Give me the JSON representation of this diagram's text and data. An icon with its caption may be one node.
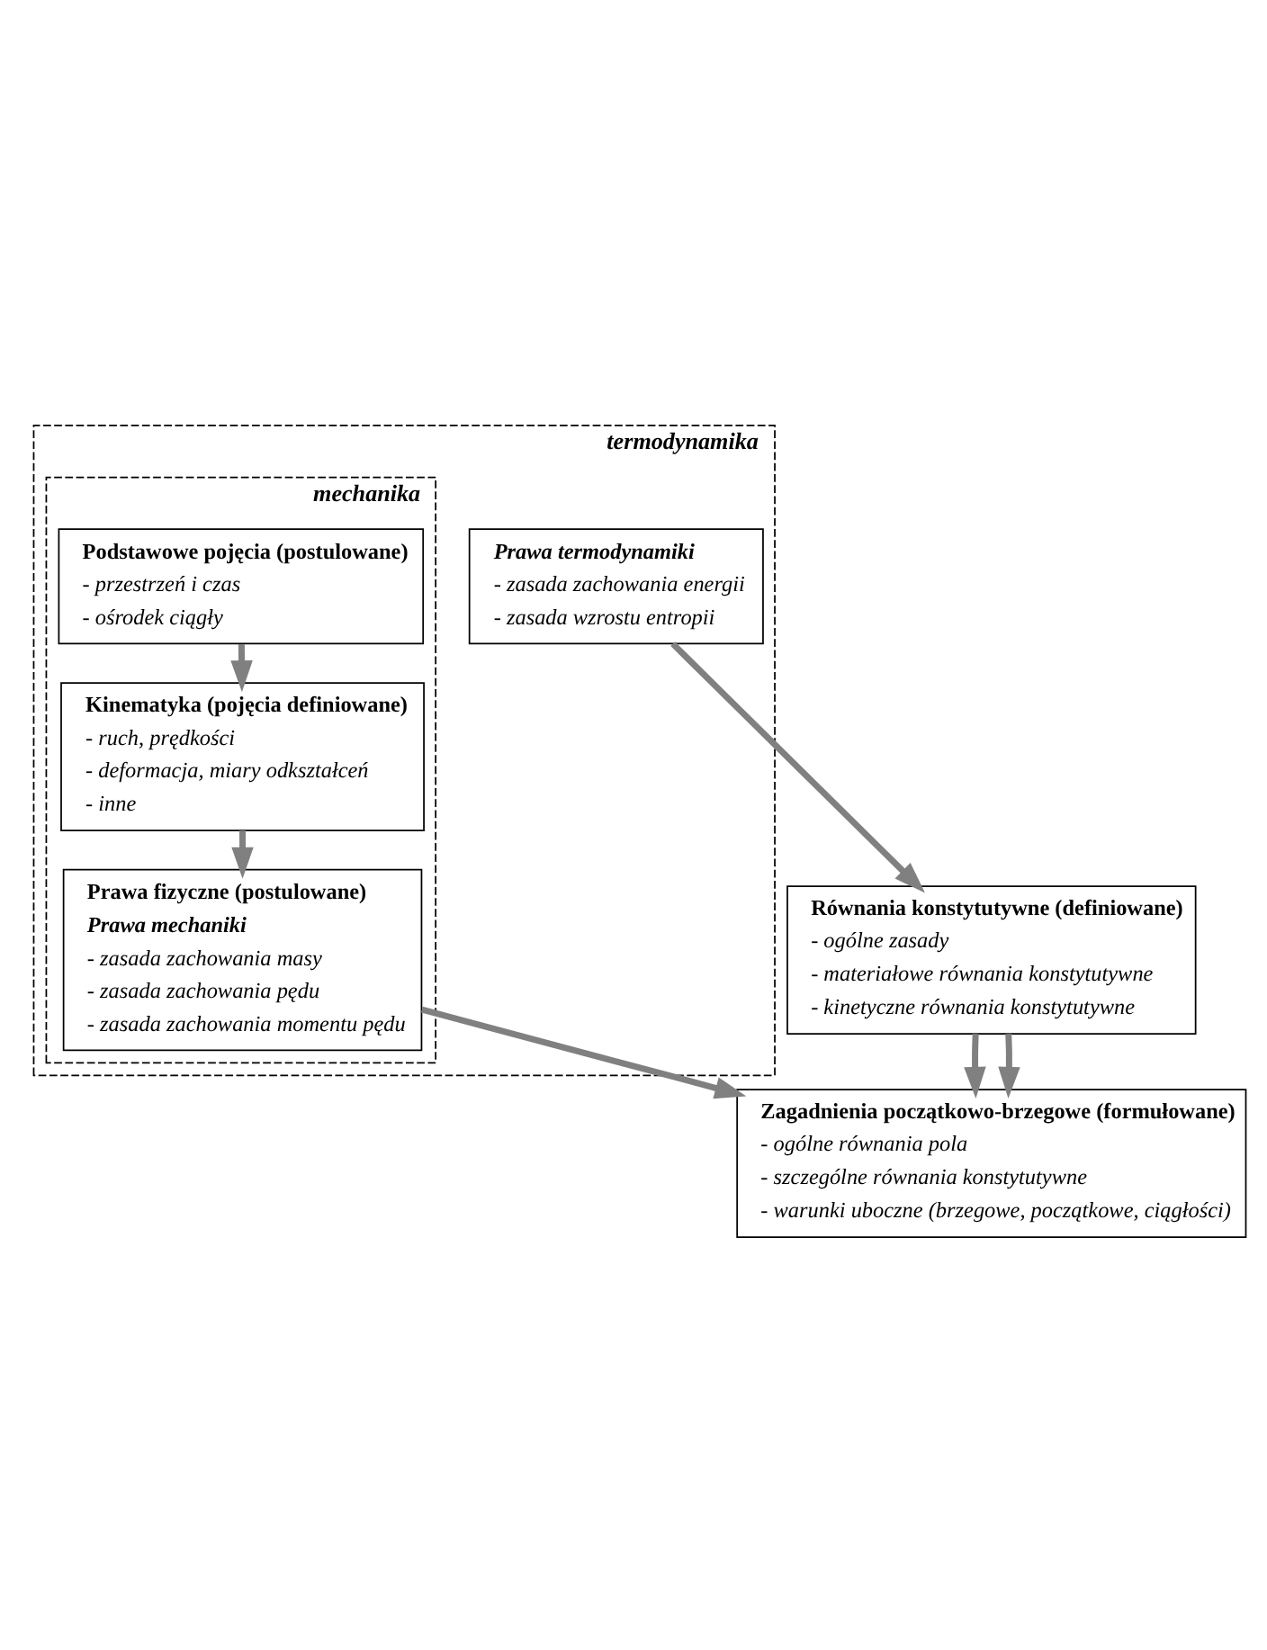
{
  "diagram": {
    "nodes": [
      {
        "text": [
          "termodynamika"
        ]
      },
      {
        "text": [
          "mechanika"
        ],
        "in": 0
      },
      {
        "text": [
          "Podstawowe pojęcia (postulowane)",
          "- przestrzeń i czas",
          "- ośrodek ciągły"
        ],
        "in": 1
      },
      {
        "text": [
          "Kinematyka (pojęcia definiowane)",
          "- ruch, prędkości",
          "- deformacja, miary odkształceń",
          "- inne"
        ],
        "in": 1
      },
      {
        "text": [
          "Prawa fizyczne (postulowane)",
          "Prawa mechaniki",
          "- zasada zachowania masy",
          "- zasada zachowania pędu",
          "- zasada zachowania momentu pędu"
        ],
        "in": 1
      },
      {
        "text": [
          "Prawa termodynamiki",
          "- zasada zachowania energii",
          "- zasada wzrostu entropii"
        ],
        "in": 0
      },
      {
        "text": [
          "Równania konstytutywne (definiowane)",
          "- ogólne zasady",
          "- materiałowe równania konstytutywne",
          "- kinetyczne równania konstytutywne"
        ]
      },
      {
        "text": [
          "Zagadnienia początkowo-brzegowe (formułowane)",
          "- ogólne równania pola",
          "- szczególne równania konstytutywne",
          "- warunki uboczne (brzegowe, początkowe, ciągłości)"
        ]
      }
    ],
    "edges": [
      {
        "from": 2,
        "to": 3,
        "arrow": "to"
      },
      {
        "from": 3,
        "to": 4,
        "arrow": "to"
      },
      {
        "from": 5,
        "to": 6,
        "arrow": "to"
      },
      {
        "from": 6,
        "to": 7,
        "arrow": "to"
      },
      {
        "from": 4,
        "to": 7,
        "arrow": "to"
      },
      {
        "from": 6,
        "to": 7,
        "arrow": "to"
      }
    ]
  }
}
